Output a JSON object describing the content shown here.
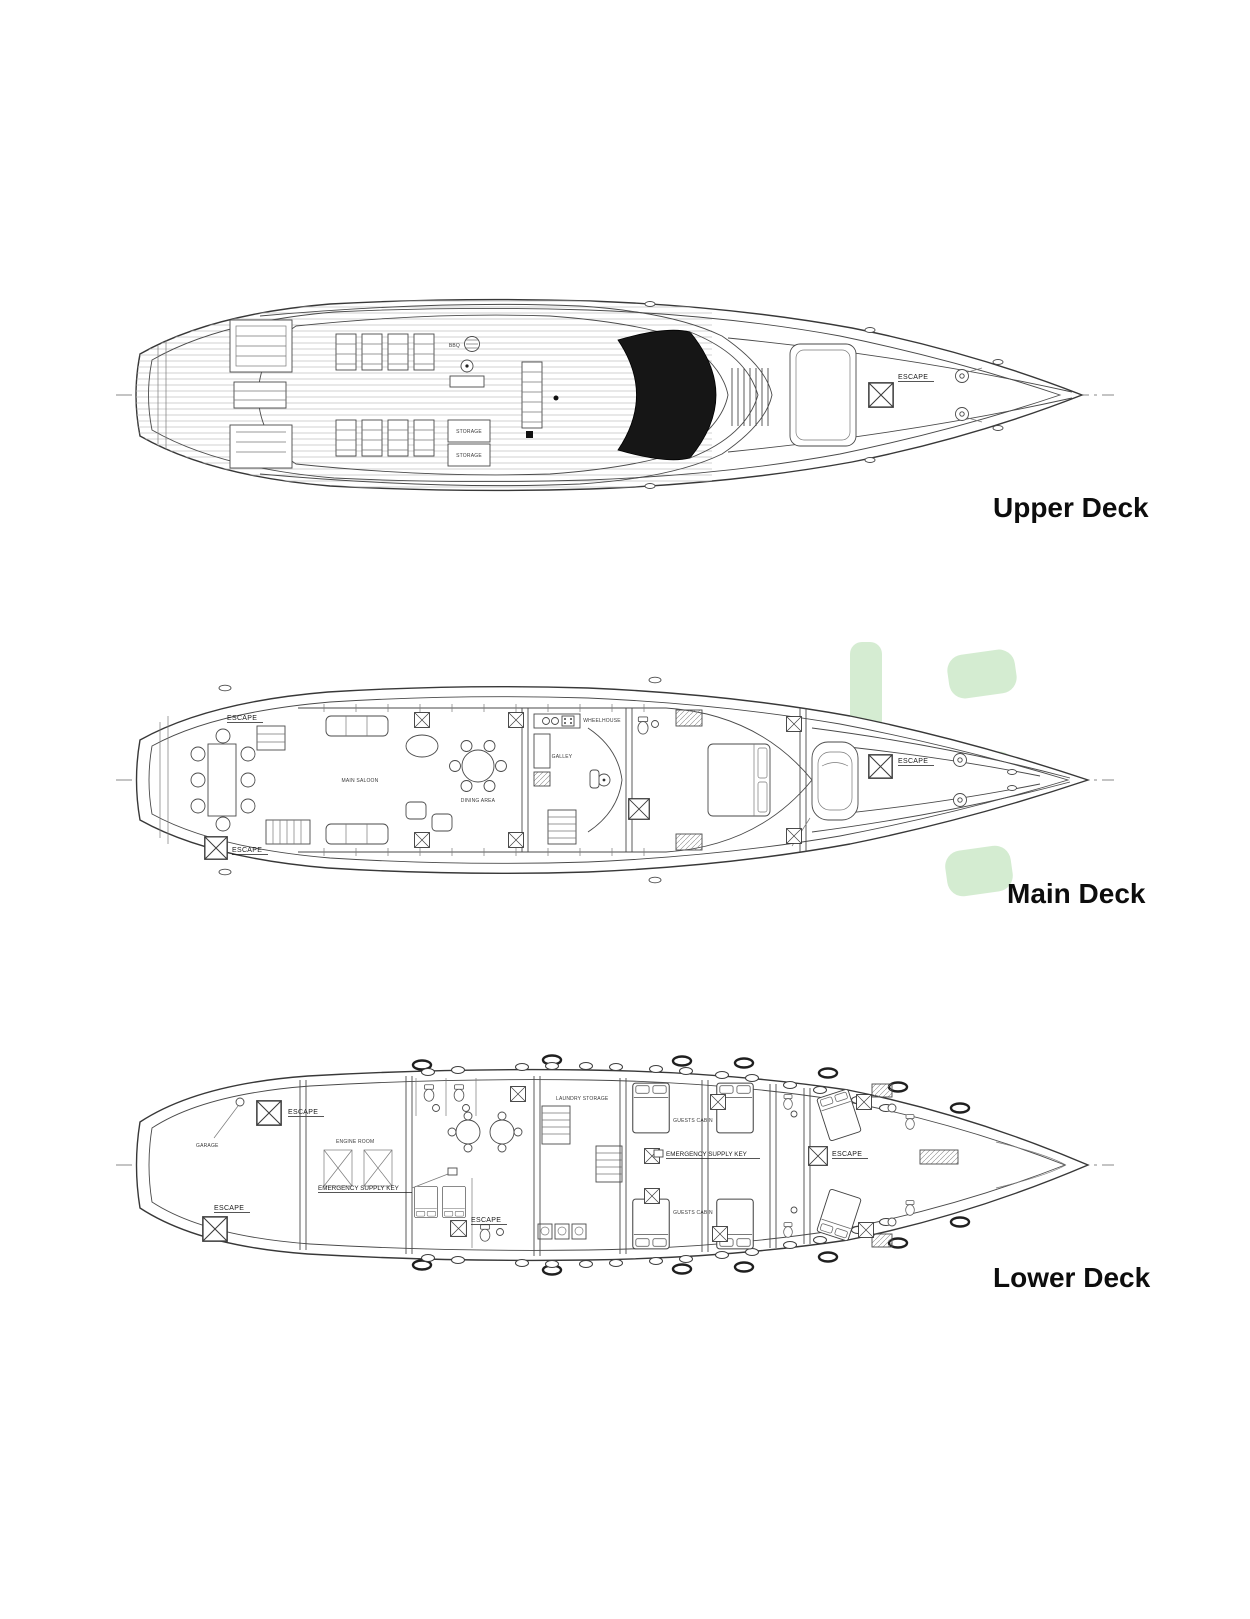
{
  "deck_labels": {
    "upper": "Upper Deck",
    "main": "Main Deck",
    "lower": "Lower Deck"
  },
  "annotations": {
    "escape": "ESCAPE",
    "emergency_supply_key": "EMERGENCY SUPPLY KEY"
  },
  "rooms": {
    "main_saloon": "MAIN SALOON",
    "dining_area": "DINING AREA",
    "wheelhouse": "WHEELHOUSE",
    "galley": "GALLEY",
    "engine_room": "ENGINE ROOM",
    "garage": "GARAGE",
    "laundry_storage": "LAUNDRY STORAGE",
    "guests_cabin": "GUESTS CABIN",
    "storage": "STORAGE",
    "bbq": "BBQ"
  },
  "colors": {
    "line": "#383838",
    "watermark_green": "#b9e0b4",
    "dark_glass": "#161616"
  }
}
